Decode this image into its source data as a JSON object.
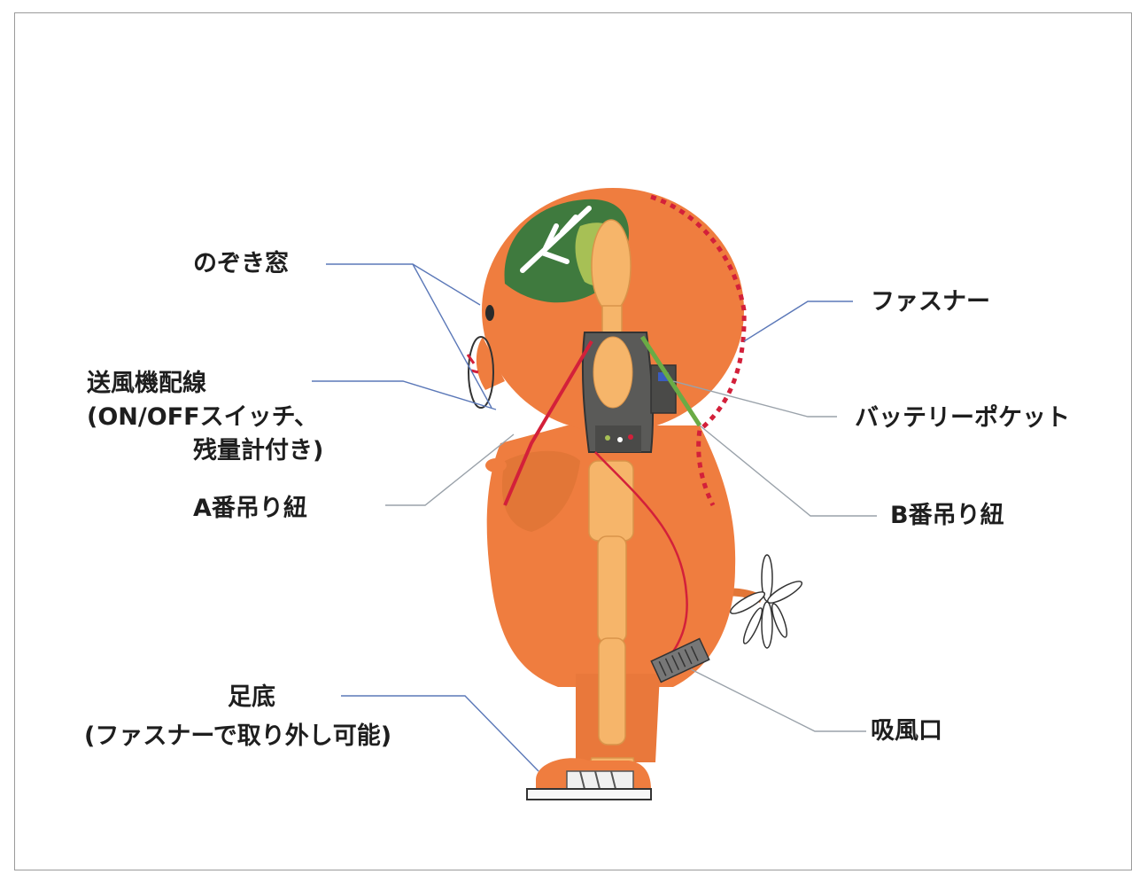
{
  "labels": {
    "peephole": "のぞき窓",
    "fan_wiring": {
      "line1": "送風機配線",
      "line2": "(ON/OFFスイッチ、",
      "line3": "残量計付き)"
    },
    "strap_a": "A番吊り紐",
    "sole": {
      "line1": "足底",
      "line2": "(ファスナーで取り外し可能)"
    },
    "zipper": "ファスナー",
    "battery_pocket": "バッテリーポケット",
    "strap_b": "B番吊り紐",
    "air_intake": "吸風口"
  },
  "colors": {
    "costume_orange": "#ef7d3f",
    "leaf_dark_green": "#3f7a3e",
    "leaf_light_green": "#a7c055",
    "mannequin": "#f6b56a",
    "vest_gray": "#5a5a58",
    "zipper_red": "#d3203a",
    "strap_a_red": "#d3203a",
    "strap_b_green": "#6aab45",
    "leader_blue": "#5b78b8",
    "leader_gray": "#9aa2aa"
  }
}
